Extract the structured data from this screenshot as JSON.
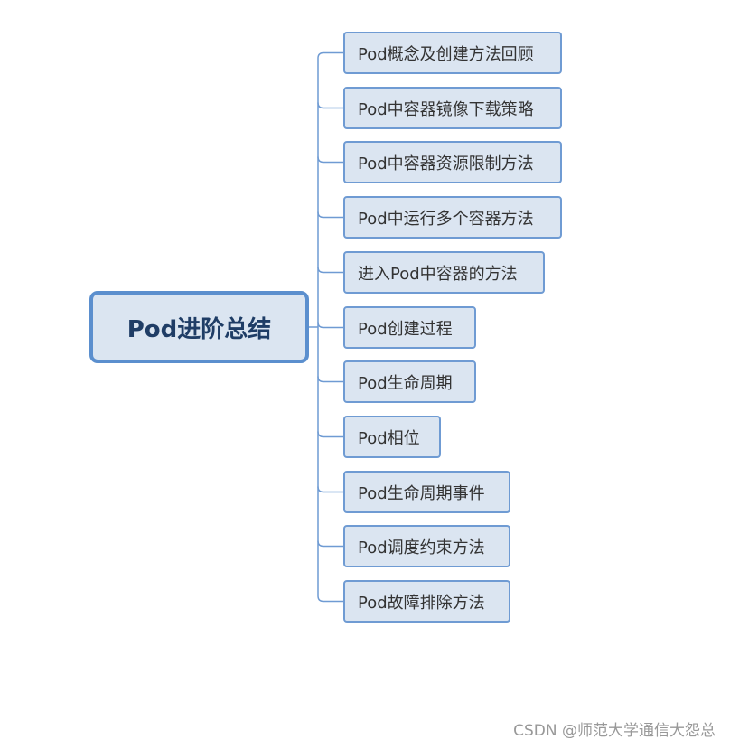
{
  "diagram": {
    "type": "mind-map",
    "root": {
      "label": "Pod进阶总结"
    },
    "children": [
      {
        "label": "Pod概念及创建方法回顾"
      },
      {
        "label": "Pod中容器镜像下载策略"
      },
      {
        "label": "Pod中容器资源限制方法"
      },
      {
        "label": "Pod中运行多个容器方法"
      },
      {
        "label": "进入Pod中容器的方法"
      },
      {
        "label": "Pod创建过程"
      },
      {
        "label": "Pod生命周期"
      },
      {
        "label": "Pod相位"
      },
      {
        "label": "Pod生命周期事件"
      },
      {
        "label": "Pod调度约束方法"
      },
      {
        "label": "Pod故障排除方法"
      }
    ],
    "colors": {
      "node_fill": "#dbe5f1",
      "root_border": "#5b8fce",
      "child_border": "#6f9bd3",
      "connector": "#6f9bd3"
    }
  },
  "watermark": {
    "text": "CSDN @师范大学通信大怨总"
  }
}
